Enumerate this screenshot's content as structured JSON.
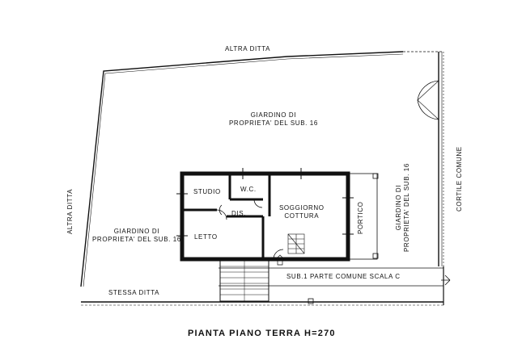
{
  "labels": {
    "altra_ditta_top": "ALTRA DITTA",
    "altra_ditta_left": "ALTRA DITTA",
    "giardino_top": "GIARDINO DI\nPROPRIETA' DEL SUB. 16",
    "giardino_left": "GIARDINO DI\nPROPRIETA' DEL SUB. 16",
    "giardino_right": "GIARDINO DI\nPROPRIETA' DEL SUB. 16",
    "cortile_comune": "CORTILE COMUNE",
    "stessa_ditta": "STESSA DITTA",
    "sub_parte_comune": "SUB.1 PARTE COMUNE SCALA C",
    "portico": "PORTICO"
  },
  "rooms": {
    "studio": "STUDIO",
    "wc": "W.C.",
    "dis": "DIS.",
    "soggiorno": "SOGGIORNO\nCOTTURA",
    "letto": "LETTO"
  },
  "title": "PIANTA PIANO TERRA H=270"
}
